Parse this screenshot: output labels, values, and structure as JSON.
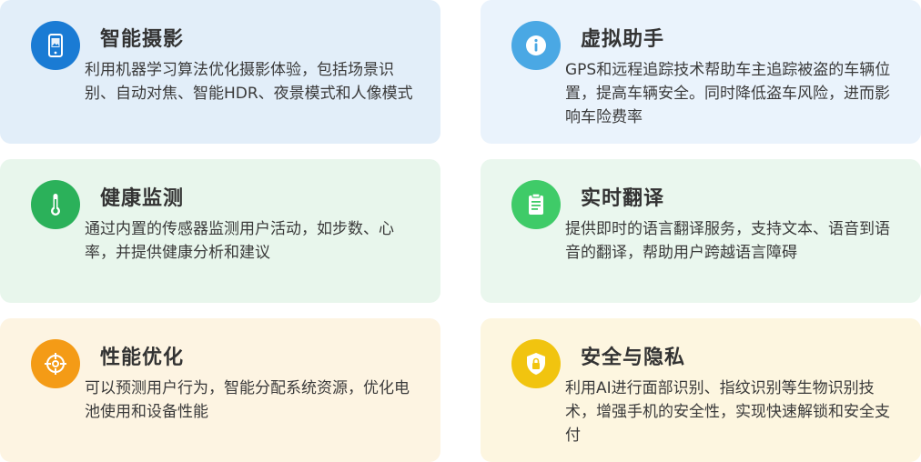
{
  "cards": [
    {
      "title": "智能摄影",
      "desc": "利用机器学习算法优化摄影体验，包括场景识别、自动对焦、智能HDR、夜景模式和人像模式",
      "icon": "phone-photo-icon",
      "color": "#1a7bd4"
    },
    {
      "title": "虚拟助手",
      "desc": "GPS和远程追踪技术帮助车主追踪被盗的车辆位置，提高车辆安全。同时降低盗车风险，进而影响车险费率",
      "icon": "info-icon",
      "color": "#4aa8e4"
    },
    {
      "title": "健康监测",
      "desc": "通过内置的传感器监测用户活动，如步数、心率，并提供健康分析和建议",
      "icon": "thermometer-icon",
      "color": "#2bb15a"
    },
    {
      "title": "实时翻译",
      "desc": "提供即时的语言翻译服务，支持文本、语音到语音的翻译，帮助用户跨越语言障碍",
      "icon": "clipboard-icon",
      "color": "#3fcb68"
    },
    {
      "title": "性能优化",
      "desc": "可以预测用户行为，智能分配系统资源，优化电池使用和设备性能",
      "icon": "crosshair-icon",
      "color": "#f49b16"
    },
    {
      "title": "安全与隐私",
      "desc": "利用AI进行面部识别、指纹识别等生物识别技术，增强手机的安全性，实现快速解锁和安全支付",
      "icon": "shield-lock-icon",
      "color": "#f1c40f"
    }
  ]
}
